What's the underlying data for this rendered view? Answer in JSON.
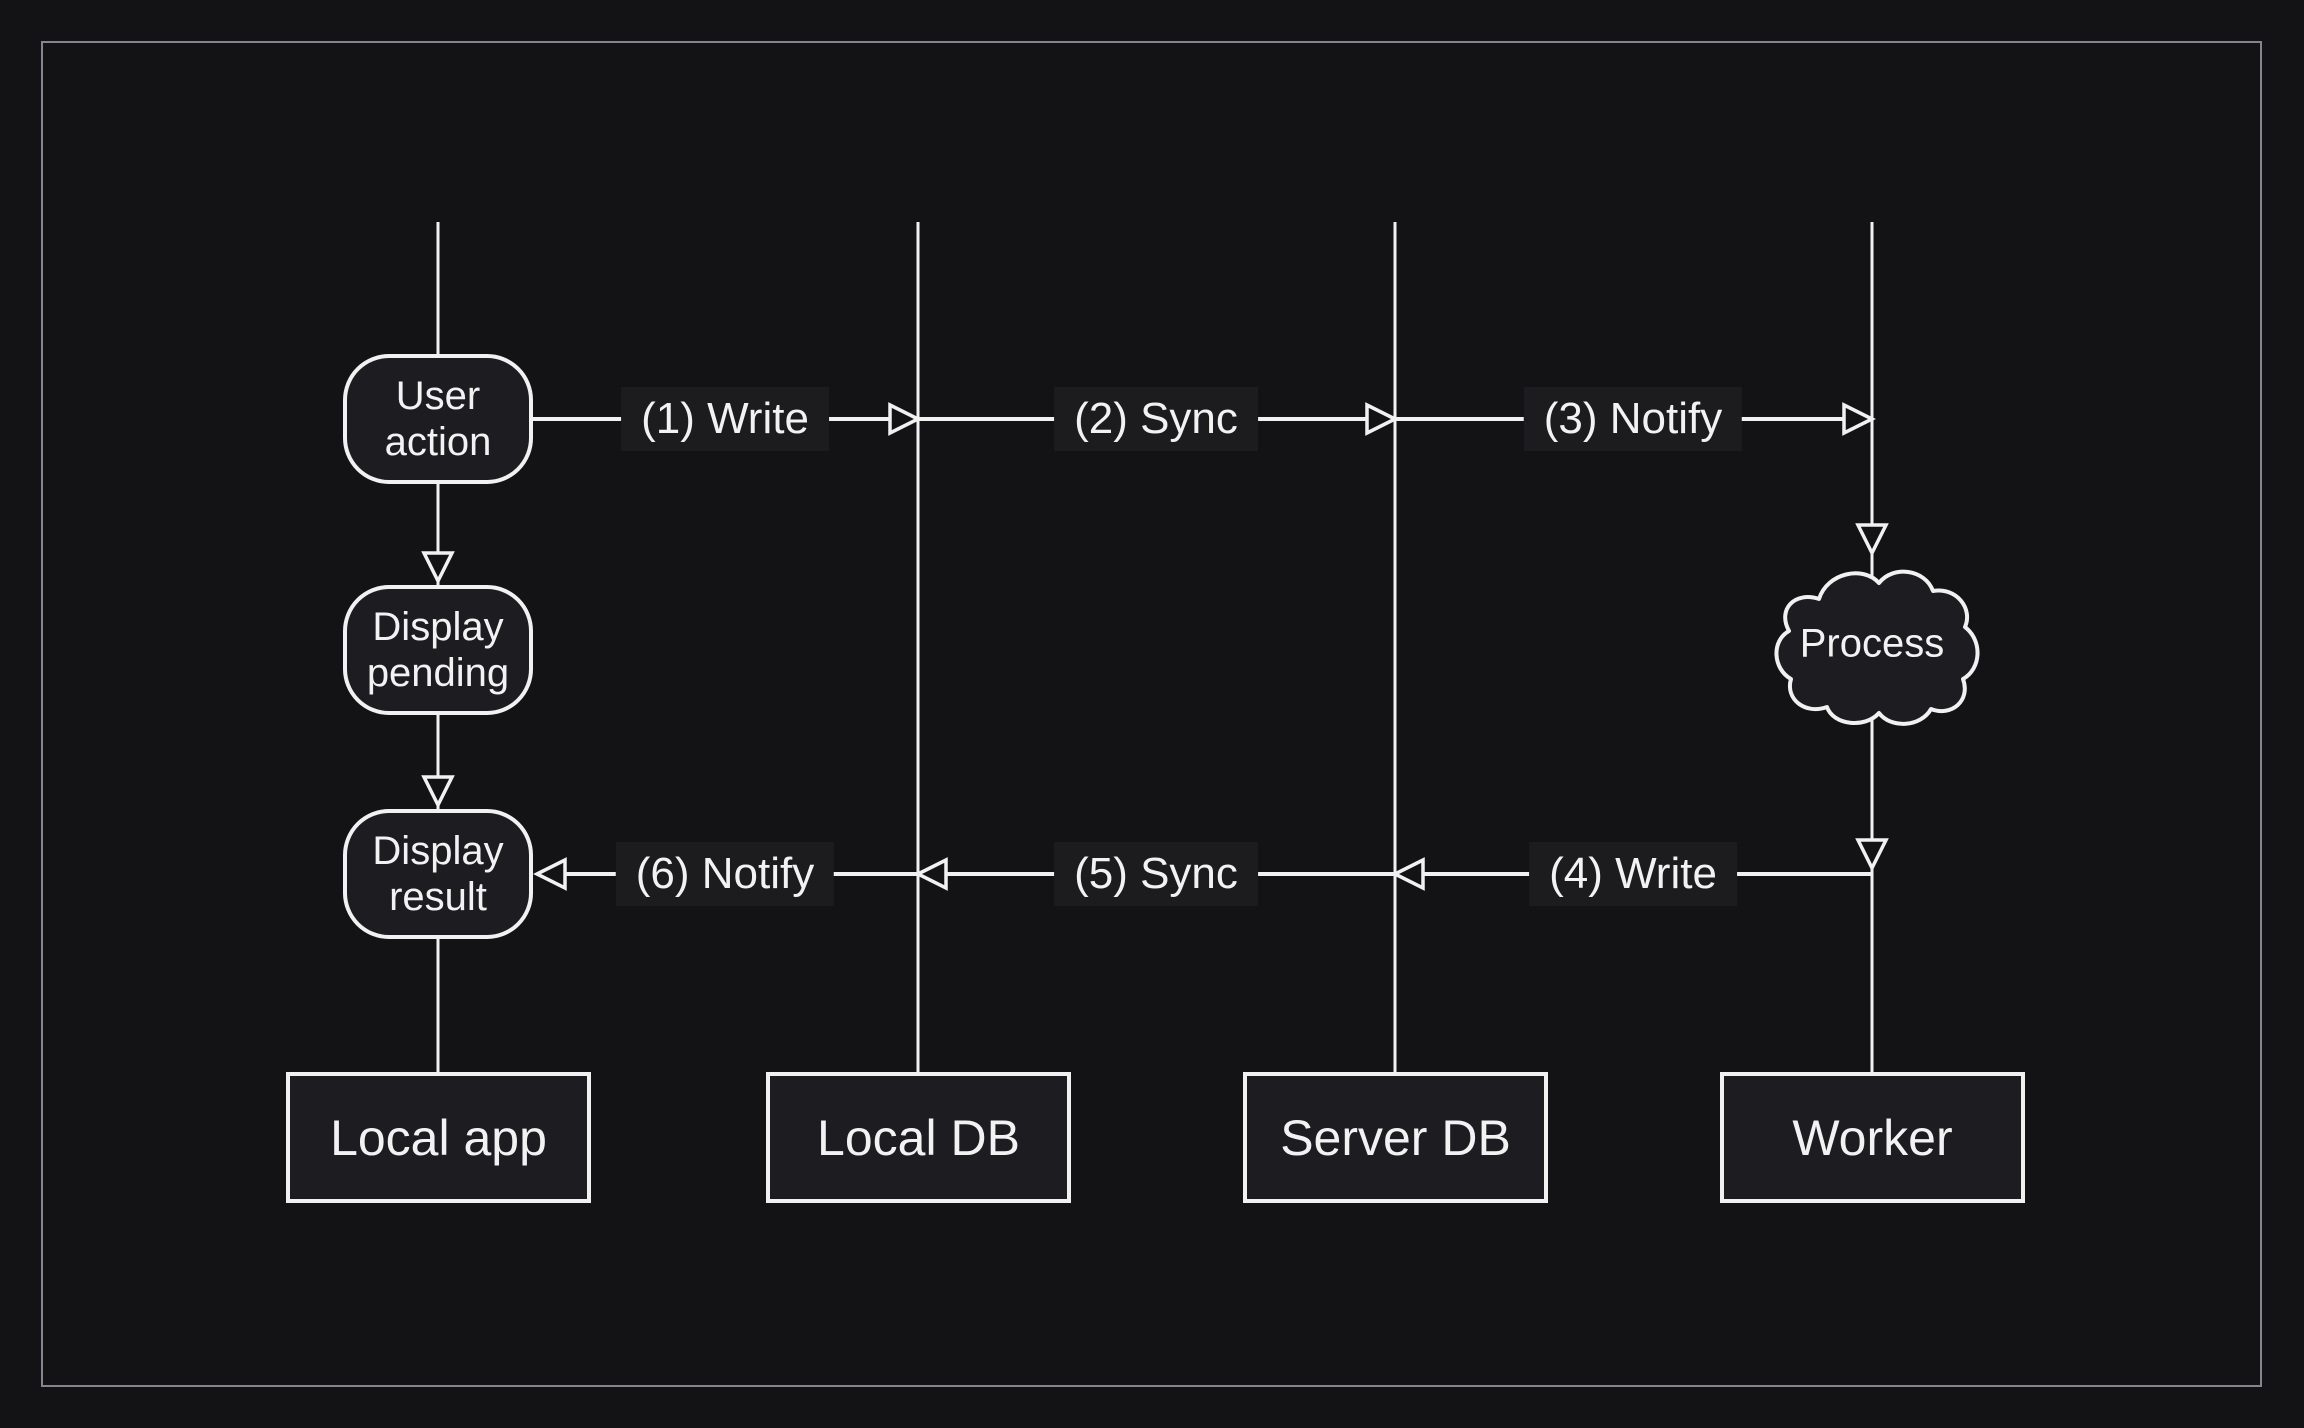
{
  "theme": {
    "page_bg": "#131316",
    "frame_border": "#85858b",
    "stroke": "#f1f1f2",
    "shape_fill": "#1d1d21",
    "label_bg": "#1c1c1f",
    "text": "#f2f2f3"
  },
  "diagram": {
    "nodes": {
      "user_action": "User action",
      "display_pending": "Display pending",
      "display_result": "Display result",
      "process": "Process"
    },
    "messages": [
      {
        "label": "(1) Write",
        "direction": "right"
      },
      {
        "label": "(2) Sync",
        "direction": "right"
      },
      {
        "label": "(3) Notify",
        "direction": "right"
      },
      {
        "label": "(4) Write",
        "direction": "left"
      },
      {
        "label": "(5) Sync",
        "direction": "left"
      },
      {
        "label": "(6) Notify",
        "direction": "left"
      }
    ],
    "lanes": [
      {
        "label": "Local app"
      },
      {
        "label": "Local DB"
      },
      {
        "label": "Server DB"
      },
      {
        "label": "Worker"
      }
    ]
  }
}
